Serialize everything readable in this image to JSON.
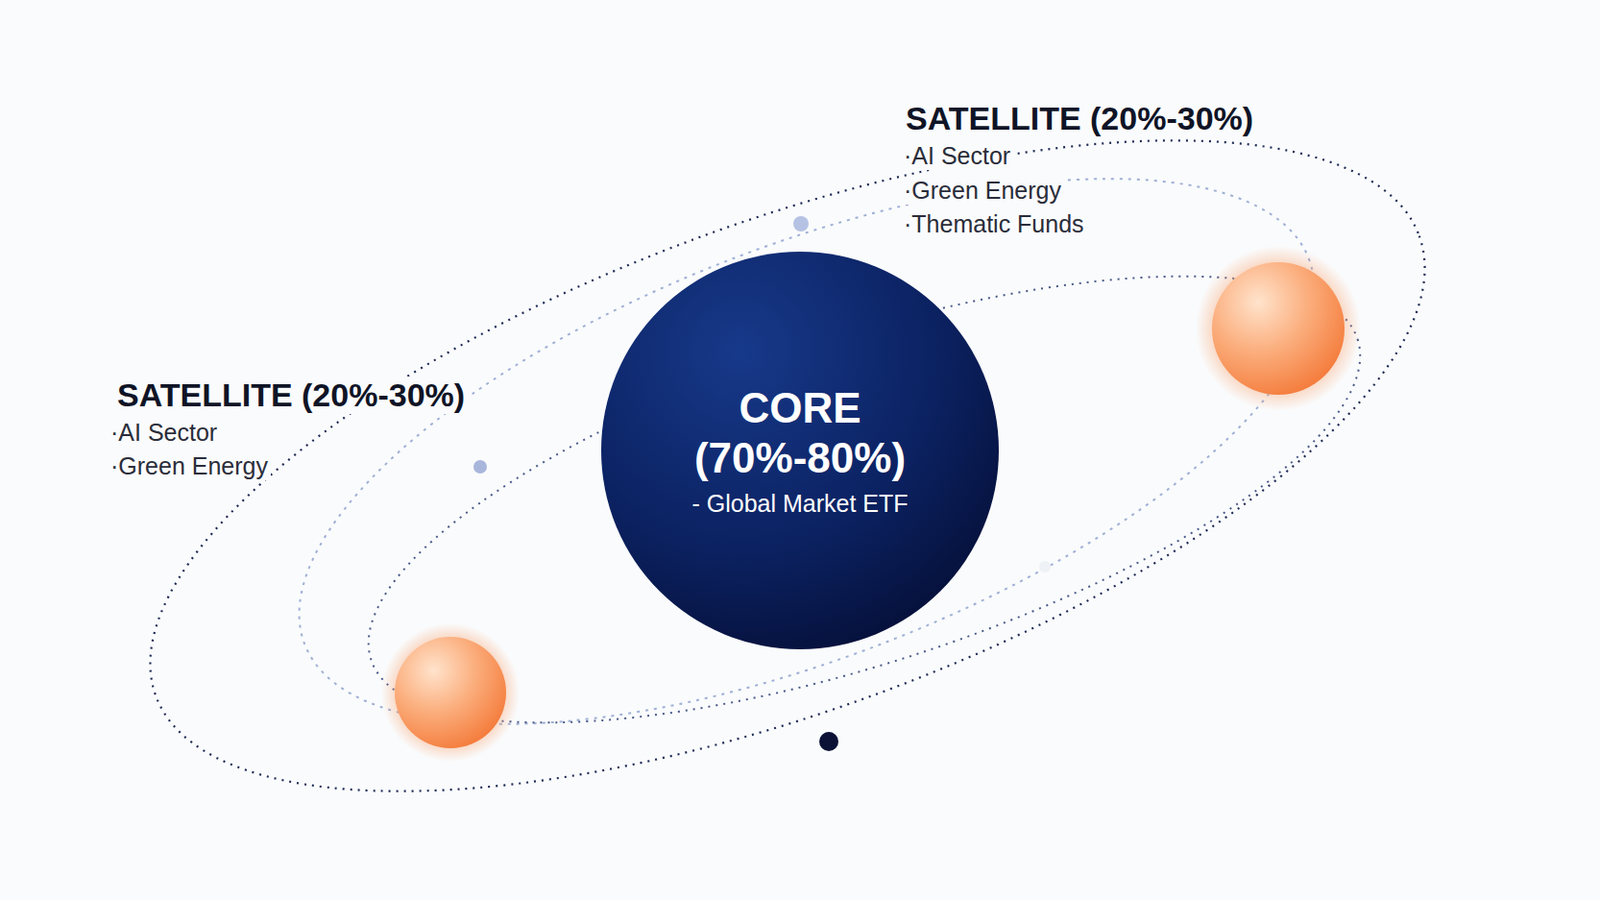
{
  "diagram": {
    "nodes": [
      {
        "text": [
          "CORE (70%-80%)",
          "- Global Market ETF"
        ]
      }
    ],
    "labels": [
      "SATELLITE (20%-30%)",
      "·AI Sector",
      "·Green Energy",
      "·Thematic Funds",
      "SATELLITE (20%-30%)",
      "·AI Sector",
      "·Green Energy"
    ]
  }
}
